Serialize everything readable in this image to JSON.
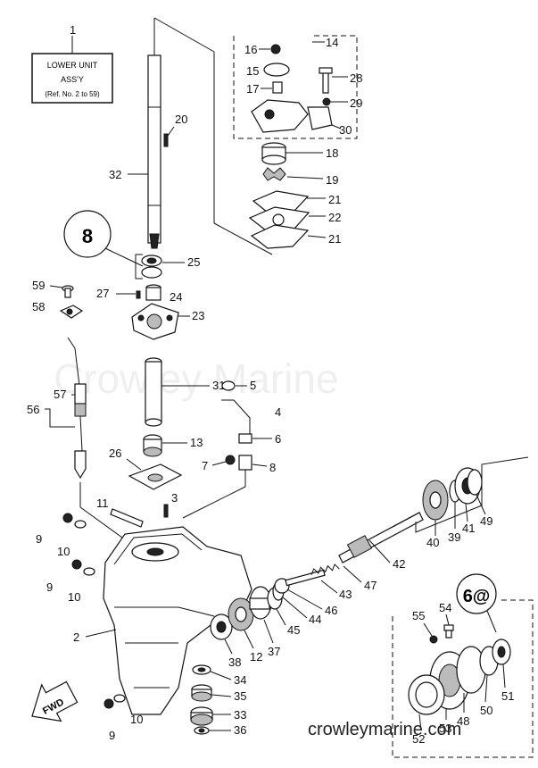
{
  "ref_box": {
    "line1": "LOWER UNIT",
    "line2": "ASS'Y",
    "line3": "(Ref. No. 2 to 59)"
  },
  "callouts": {
    "c1": "1",
    "c2": "2",
    "c3": "3",
    "c4": "4",
    "c5": "5",
    "c6": "6",
    "c7": "7",
    "c8": "8",
    "c9a": "9",
    "c9b": "9",
    "c9c": "9",
    "c10a": "10",
    "c10b": "10",
    "c10c": "10",
    "c11": "11",
    "c12": "12",
    "c13": "13",
    "c14": "14",
    "c15": "15",
    "c16": "16",
    "c17": "17",
    "c18": "18",
    "c19": "19",
    "c20": "20",
    "c21a": "21",
    "c21b": "21",
    "c22": "22",
    "c23": "23",
    "c24": "24",
    "c25": "25",
    "c26": "26",
    "c27": "27",
    "c28": "28",
    "c29": "29",
    "c30": "30",
    "c31": "31",
    "c32": "32",
    "c33": "33",
    "c34": "34",
    "c35": "35",
    "c36": "36",
    "c37": "37",
    "c38": "38",
    "c39": "39",
    "c40": "40",
    "c41": "41",
    "c42": "42",
    "c43": "43",
    "c44": "44",
    "c45": "45",
    "c46": "46",
    "c47": "47",
    "c48": "48",
    "c49": "49",
    "c50": "50",
    "c51": "51",
    "c52": "52",
    "c53": "53",
    "c54": "54",
    "c55": "55",
    "c56": "56",
    "c57": "57",
    "c58": "58",
    "c59": "59"
  },
  "fwd_label": "FWD",
  "watermark": "Crowley Marine",
  "site_url": "crowleymarine.com"
}
